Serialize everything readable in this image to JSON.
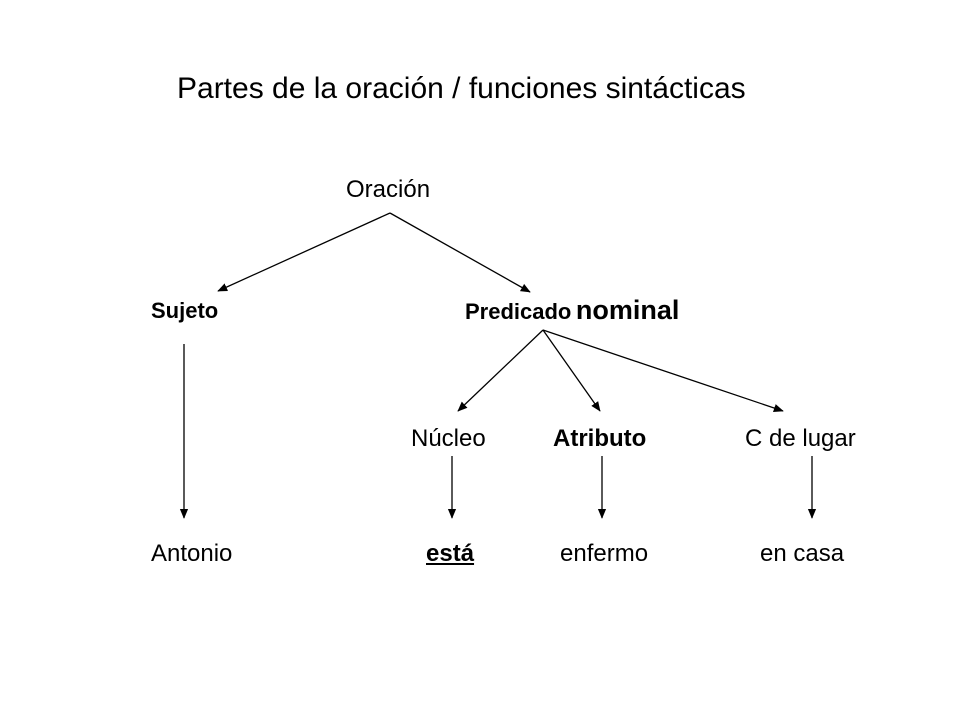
{
  "title": "Partes de la oración / funciones sintácticas",
  "nodes": {
    "oracion": "Oración",
    "sujeto": "Sujeto",
    "predicado": "Predicado",
    "nominal": "nominal",
    "nucleo": "Núcleo",
    "atributo": "Atributo",
    "c_lugar": "C de lugar",
    "antonio": "Antonio",
    "esta": "está",
    "enfermo": "enfermo",
    "en_casa": "en casa"
  },
  "edges": [
    {
      "from": "oracion",
      "to": "sujeto"
    },
    {
      "from": "oracion",
      "to": "predicado"
    },
    {
      "from": "sujeto",
      "to": "antonio"
    },
    {
      "from": "predicado",
      "to": "nucleo"
    },
    {
      "from": "predicado",
      "to": "atributo"
    },
    {
      "from": "predicado",
      "to": "c_lugar"
    },
    {
      "from": "nucleo",
      "to": "esta"
    },
    {
      "from": "atributo",
      "to": "enfermo"
    },
    {
      "from": "c_lugar",
      "to": "en_casa"
    }
  ]
}
